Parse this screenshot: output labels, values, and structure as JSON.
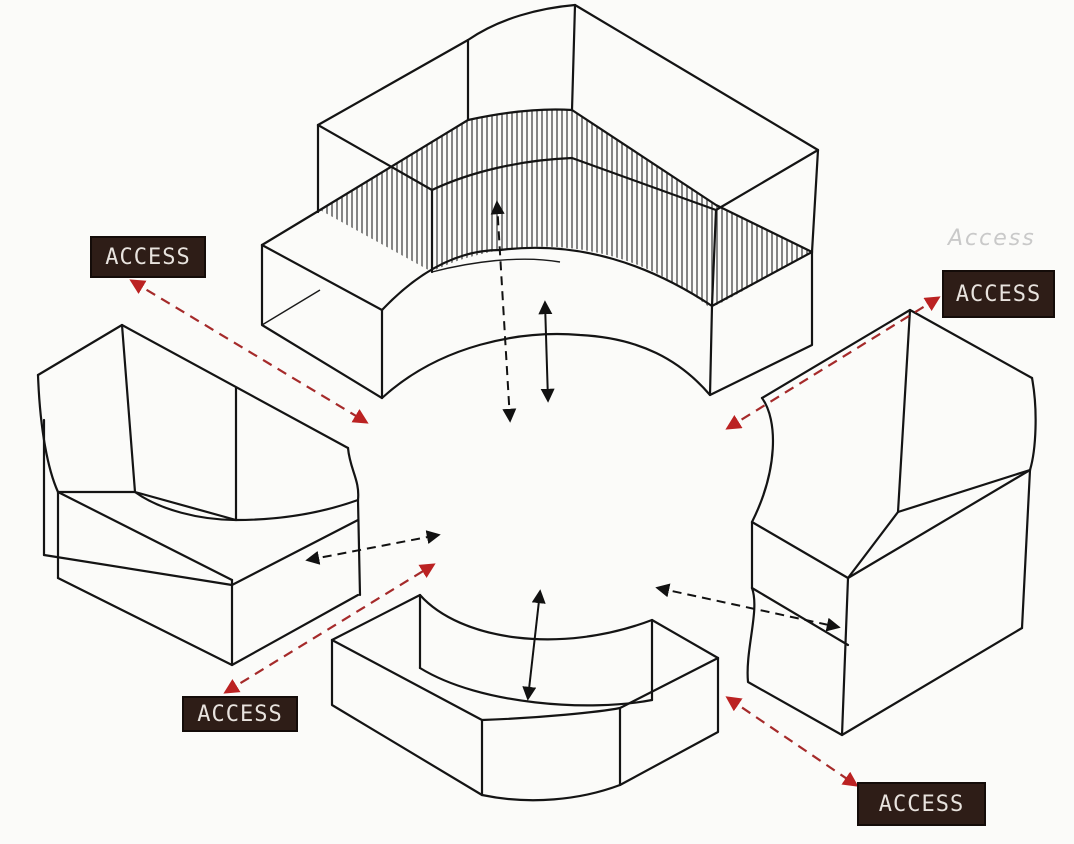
{
  "labels": {
    "access_top_left": "ACCESS",
    "access_top_right": "ACCESS",
    "access_bottom_left": "ACCESS",
    "access_bottom_right": "ACCESS",
    "pencil_note": "Access"
  },
  "colors": {
    "ink": "#141414",
    "tag_fill": "#2e1d17",
    "tag_text": "#e8e3de",
    "red_arrow": "#a52a2a",
    "paper": "#fbfbf9"
  }
}
